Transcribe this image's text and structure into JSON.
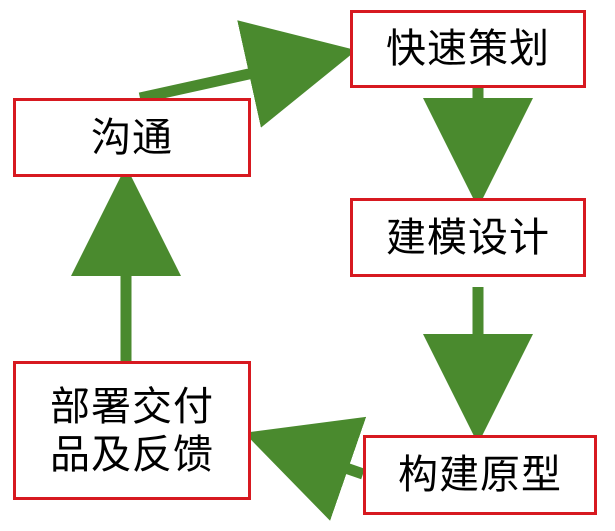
{
  "diagram": {
    "nodes": {
      "communicate": "沟通",
      "planning": "快速策划",
      "modeling": "建模设计",
      "prototype": "构建原型",
      "delivery": "部署交付品及反馈"
    }
  },
  "colors": {
    "box_border": "#d71920",
    "arrow": "#4a8a2e",
    "text": "#000000"
  }
}
